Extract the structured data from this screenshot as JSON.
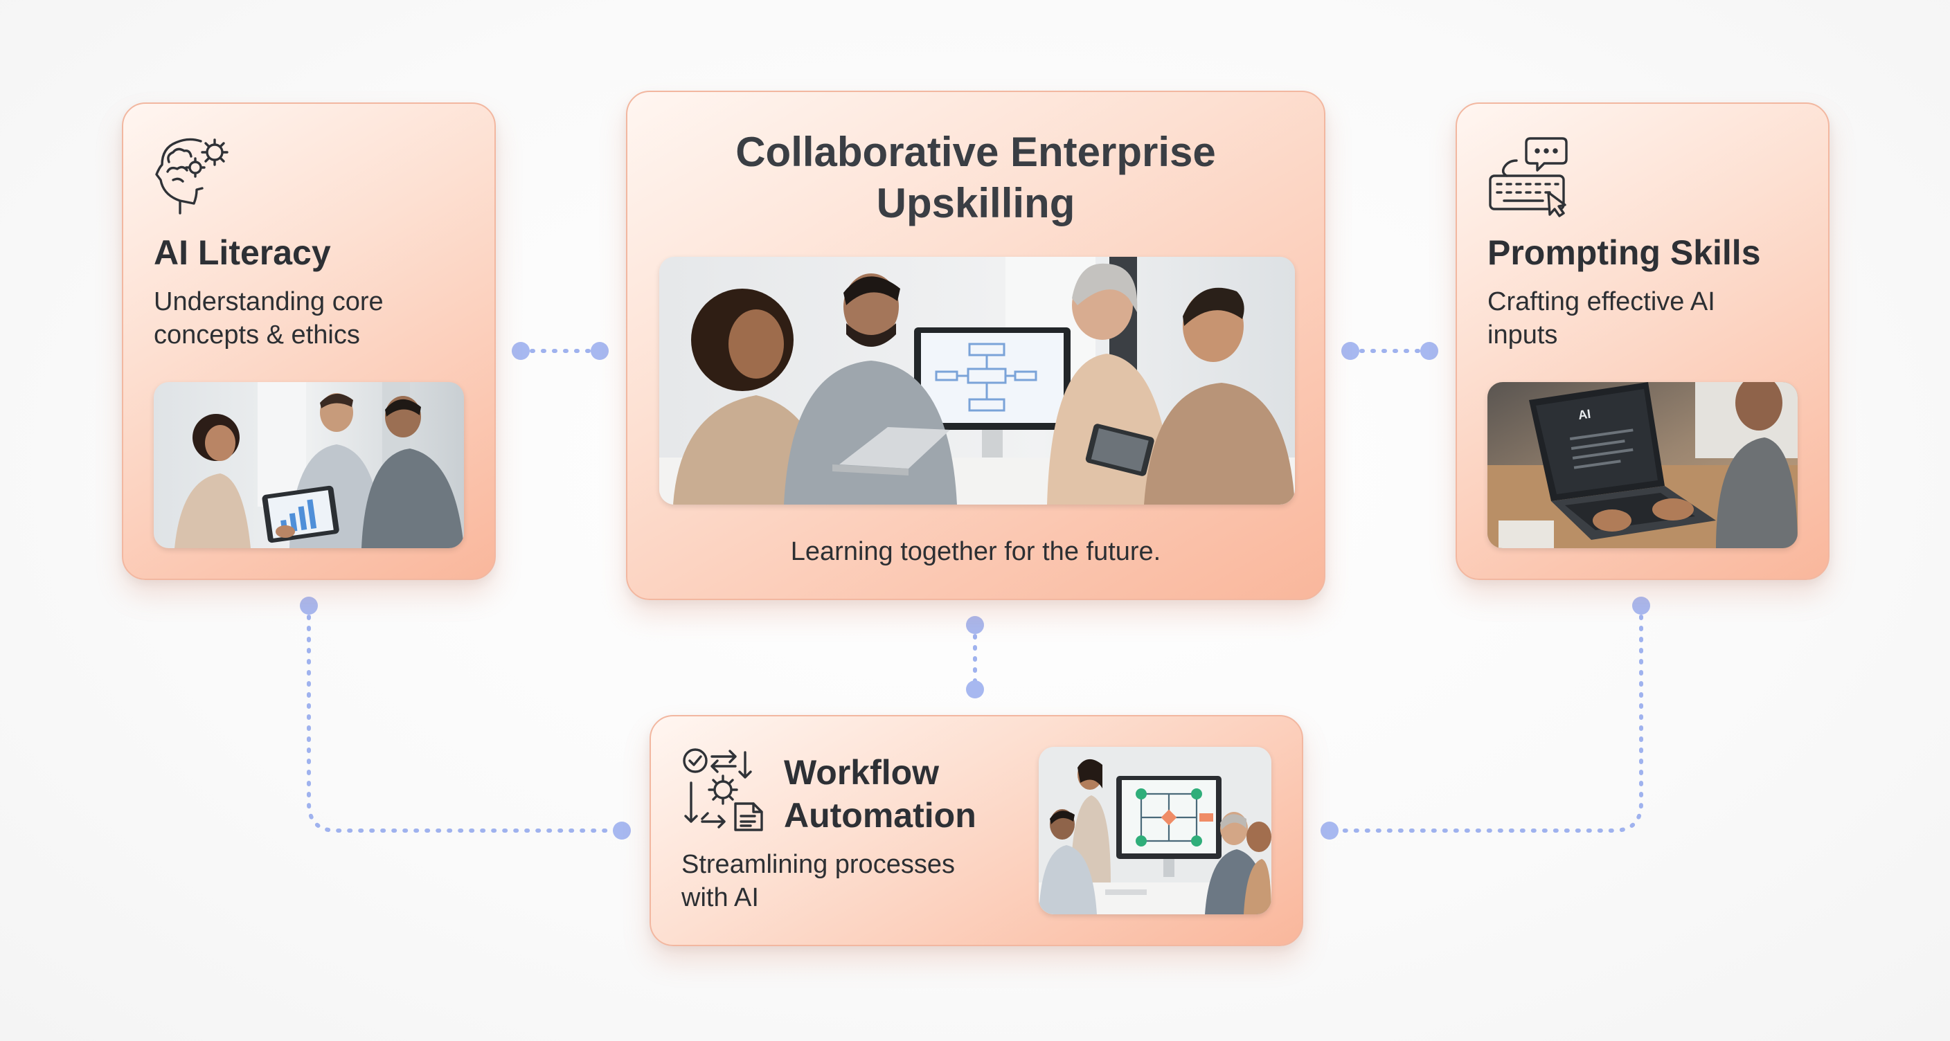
{
  "diagram": {
    "connector_color": "#9fb2ee",
    "card_border_color": "#f2b7a0",
    "cards": {
      "ai_literacy": {
        "icon": "head-gears-icon",
        "title": "AI Literacy",
        "subtitle_line1": "Understanding core",
        "subtitle_line2": "concepts & ethics",
        "photo": "team-with-tablet-chart-photo"
      },
      "center": {
        "title_line1": "Collaborative Enterprise",
        "title_line2": "Upskilling",
        "photo": "team-meeting-flowchart-photo",
        "caption": "Learning together for the future."
      },
      "prompting": {
        "icon": "keyboard-chat-icon",
        "title": "Prompting Skills",
        "subtitle_line1": "Crafting effective AI",
        "subtitle_line2": "inputs",
        "photo": "laptop-ai-chat-photo",
        "screen_label": "AI"
      },
      "workflow": {
        "icon": "workflow-cycle-icon",
        "title_line1": "Workflow",
        "title_line2": "Automation",
        "subtitle_line1": "Streamlining processes",
        "subtitle_line2": "with AI",
        "photo": "team-presentation-workflow-photo"
      }
    }
  }
}
